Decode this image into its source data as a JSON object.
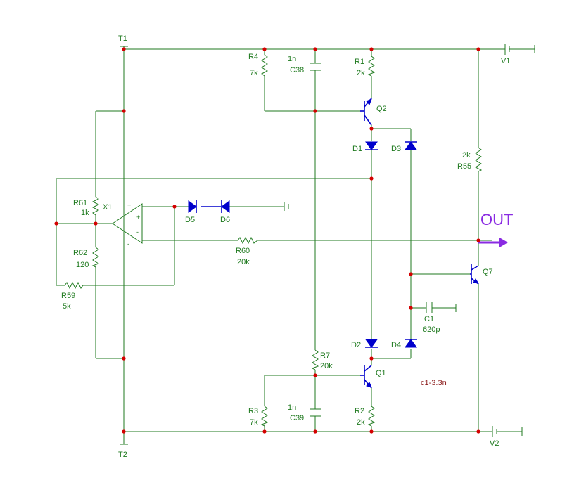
{
  "terminals": {
    "t1": "T1",
    "t2": "T2"
  },
  "sources": {
    "v1": "V1",
    "v2": "V2"
  },
  "opamp": {
    "name": "X1",
    "plus": "+",
    "minus": "-"
  },
  "resistors": {
    "r4": {
      "name": "R4",
      "value": "7k"
    },
    "r1": {
      "name": "R1",
      "value": "2k"
    },
    "r55": {
      "name": "R55",
      "value": "2k"
    },
    "r61": {
      "name": "R61",
      "value": "1k"
    },
    "r62": {
      "name": "R62",
      "value": "120"
    },
    "r59": {
      "name": "R59",
      "value": "5k"
    },
    "r60": {
      "name": "R60",
      "value": "20k"
    },
    "r7": {
      "name": "R7",
      "value": "20k"
    },
    "r3": {
      "name": "R3",
      "value": "7k"
    },
    "r2": {
      "name": "R2",
      "value": "2k"
    }
  },
  "capacitors": {
    "c38": {
      "name": "C38",
      "value": "1n"
    },
    "c39": {
      "name": "C39",
      "value": "1n"
    },
    "c1": {
      "name": "C1",
      "value": "620p"
    }
  },
  "diodes": {
    "d1": "D1",
    "d2": "D2",
    "d3": "D3",
    "d4": "D4",
    "d5": "D5",
    "d6": "D6"
  },
  "transistors": {
    "q1": "Q1",
    "q2": "Q2",
    "q7": "Q7"
  },
  "output_label": "OUT",
  "note": "c1-3.3n",
  "colors": {
    "wire": "#1f7a1f",
    "device": "#0000cc",
    "node": "#d40000",
    "output": "#8a2be2",
    "note": "#8b1a1a"
  }
}
